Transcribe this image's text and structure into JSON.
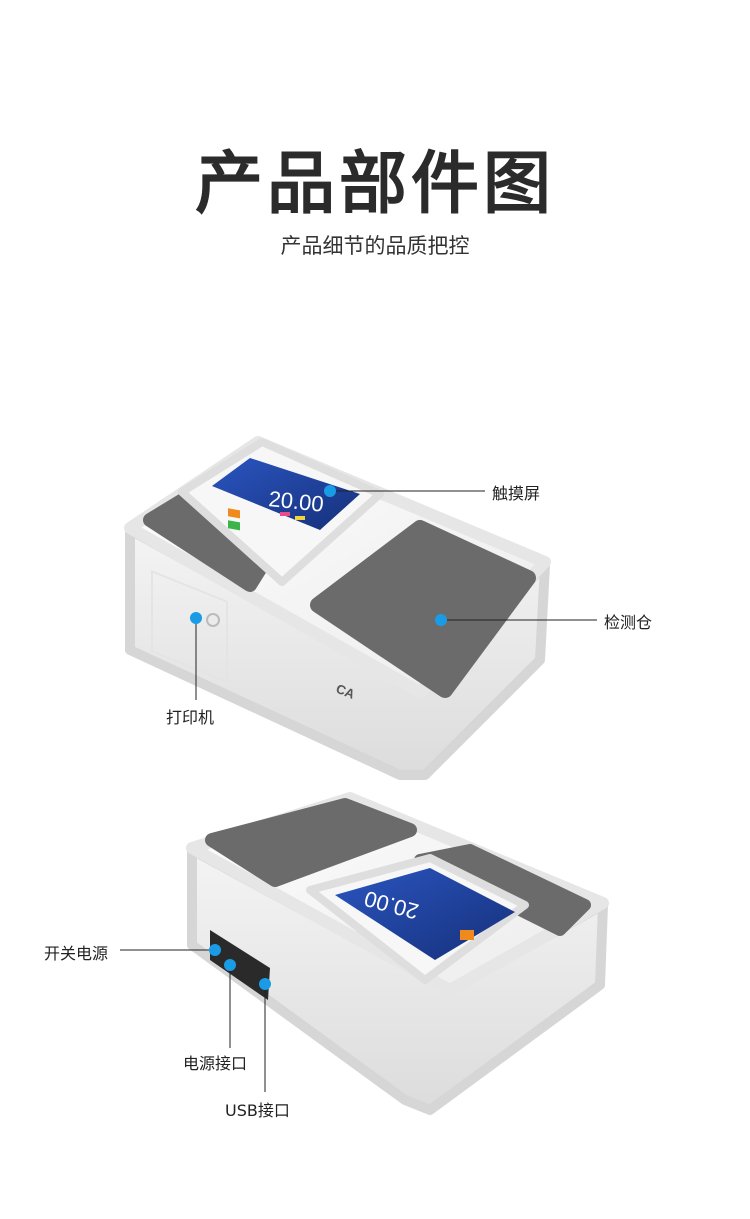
{
  "header": {
    "title": "产品部件图",
    "subtitle": "产品细节的品质把控"
  },
  "device": {
    "screen_reading": "20.00",
    "logo_text": "CA"
  },
  "callouts": {
    "touchscreen": "触摸屏",
    "chamber": "检测仓",
    "printer": "打印机",
    "power_switch": "开关电源",
    "power_port": "电源接口",
    "usb_port": "USB接口"
  },
  "colors": {
    "accent_dot": "#1a9be6",
    "pad_gray": "#6b6b6b",
    "screen_blue": "#1b3f9a"
  }
}
